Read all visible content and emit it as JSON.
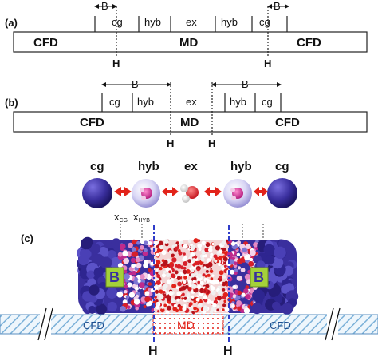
{
  "panel_a": {
    "tag": "(a)",
    "cfd_left": "CFD",
    "md": "MD",
    "cfd_right": "CFD",
    "top_labels": [
      "cg",
      "hyb",
      "ex",
      "hyb",
      "cg"
    ],
    "b_left": "B",
    "b_right": "B",
    "h_left": "H",
    "h_right": "H"
  },
  "panel_b": {
    "tag": "(b)",
    "cfd_left": "CFD",
    "md": "MD",
    "cfd_right": "CFD",
    "top_labels": [
      "cg",
      "hyb",
      "ex",
      "hyb",
      "cg"
    ],
    "b_left": "B",
    "b_right": "B",
    "h_left": "H",
    "h_right": "H"
  },
  "molecules": {
    "labels": [
      "cg",
      "hyb",
      "ex",
      "hyb",
      "cg"
    ],
    "x_cg": "x",
    "x_cg_sub": "CG",
    "x_hyb": "x",
    "x_hyb_sub": "HYB"
  },
  "panel_c": {
    "tag": "(c)",
    "b_left": "B",
    "b_right": "B",
    "cfd_left": "CFD",
    "md": "MD",
    "cfd_right": "CFD",
    "h_left": "H",
    "h_right": "H"
  },
  "colors": {
    "cg_blue": "#3a2f9e",
    "hyb_pink": "#c02a8c",
    "water_red": "#d7202a",
    "arrow_red": "#e2231a",
    "cfd_hatch": "#7ab0d8",
    "b_green": "#a4d13a"
  }
}
